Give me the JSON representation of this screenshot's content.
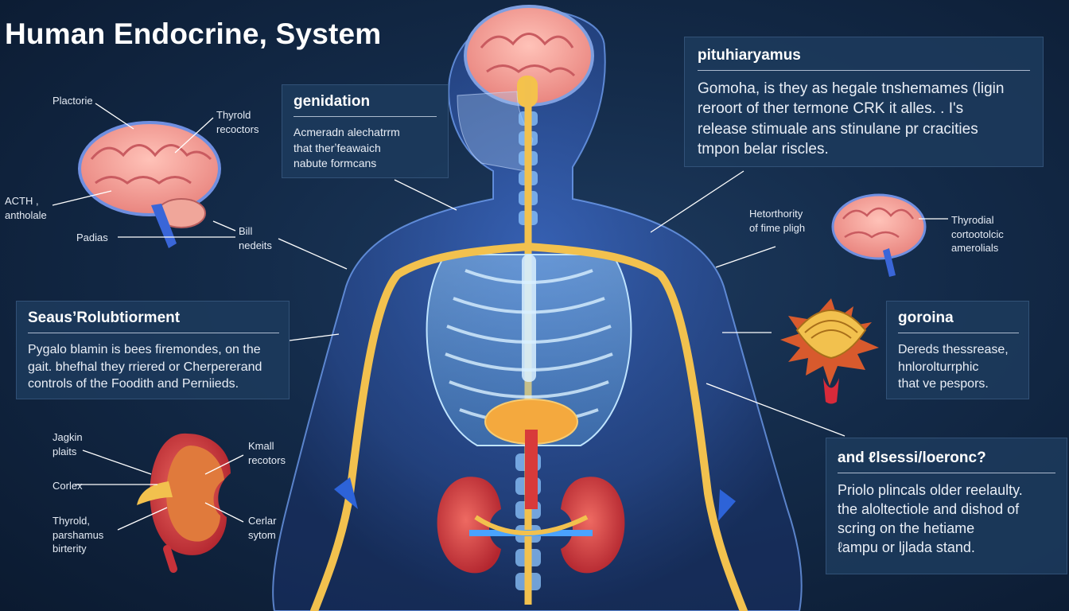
{
  "title": "Human Endocrine, System",
  "panels": {
    "p1": {
      "heading": "genidation",
      "text": [
        "Acmeradn alechatrrm",
        "that therʼfeawaich",
        "nabute formcans"
      ]
    },
    "p2": {
      "heading": "pituhiaryamus",
      "text": [
        "Gomoha, is they as hegale tnshemames (ligin",
        "reroort of ther termone CRK it alles. . I's",
        "release stimuale ans stinulane pr cracities",
        "tmpon belar riscles."
      ]
    },
    "p3": {
      "heading": "Seaus’Rolubtiorment",
      "text": [
        "Pygalo blamin is bees firemondes, on the",
        "gait. bhefhal they rriered or Cherpererand",
        "controls of the Foodith and Perniieds."
      ]
    },
    "p4": {
      "heading": "goroina",
      "text": [
        "Dereds thessrease,",
        "hnlorolturrphic",
        "that ve pespors."
      ]
    },
    "p5": {
      "heading": "and ℓlsessi/loeronc?",
      "text": [
        "Priolo plincals older reelaulty.",
        "the aloltectiole and dishod of",
        "scring on the hetiame",
        "ℓampu or ljlada stand."
      ]
    }
  },
  "labels": {
    "brain_left": {
      "plactorie": "Plactorie",
      "thyroid_receptors": [
        "Thyrold",
        "recoctors"
      ],
      "acth": [
        "ACTH ,",
        "antholale"
      ],
      "padias": "Padias",
      "bill": [
        "Bill",
        "nedeits"
      ]
    },
    "brain_right": {
      "hetorthority": [
        "Hetorthority",
        "of fime pligh"
      ],
      "thyrodial": [
        "Thyrodial",
        "cortootolcic",
        "amerolials"
      ]
    },
    "kidney": {
      "fagkin": [
        "Jagkin",
        "plaits"
      ],
      "cortex": "Corlex",
      "thyroid": [
        "Thyrold,",
        "parshamus",
        "birterity"
      ],
      "kmall": [
        "Kmall",
        "recotors"
      ],
      "cerlar": [
        "Cerlar",
        "sytom"
      ]
    }
  },
  "colors": {
    "background": "#132a48",
    "panel": "#1c3a5c",
    "body_glow": "#3c68c8",
    "nerve": "#f2c14e",
    "brain": "#f3a3a0",
    "kidney": "#c8323a"
  }
}
